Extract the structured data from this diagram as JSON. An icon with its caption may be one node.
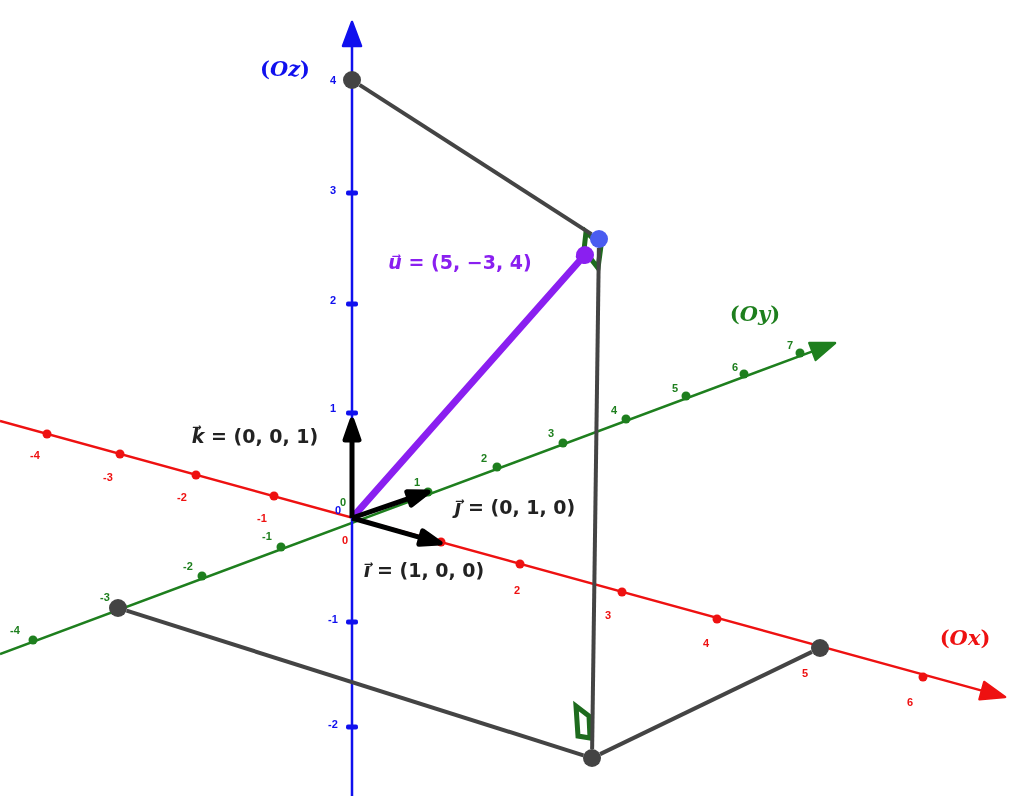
{
  "diagram": {
    "nodes": [
      {
        "text": [],
        "shape": "circle"
      },
      {
        "text": [],
        "shape": "circle"
      },
      {
        "text": [],
        "shape": "circle"
      },
      {
        "text": [],
        "shape": "circle"
      },
      {
        "text": [],
        "shape": "circle"
      }
    ],
    "edges": [
      {
        "from": 0,
        "to": 1,
        "arrow": "none"
      },
      {
        "from": 1,
        "to": 4,
        "arrow": "none"
      },
      {
        "from": 2,
        "to": 4,
        "arrow": "none"
      },
      {
        "from": 4,
        "to": 3,
        "arrow": "none"
      }
    ],
    "labels": [
      "(*Oz*)",
      "4",
      "3",
      "*u⃗* = (5, −3, 4)",
      "2",
      "(*Oy*)",
      "7",
      "6",
      "5",
      "4",
      "1",
      "3",
      "*k⃗* = (0, 0, 1)",
      "-4",
      "2",
      "-3",
      "1",
      "-2",
      "0",
      "0",
      "*j⃗* = (0, 1, 0)",
      "-1",
      "-1",
      "0",
      "-2",
      "*i⃗* = (1, 0, 0)",
      "2",
      "-3",
      "3",
      "-1",
      "-4",
      "(*Ox*)",
      "4",
      "5",
      "6",
      "-2"
    ]
  }
}
